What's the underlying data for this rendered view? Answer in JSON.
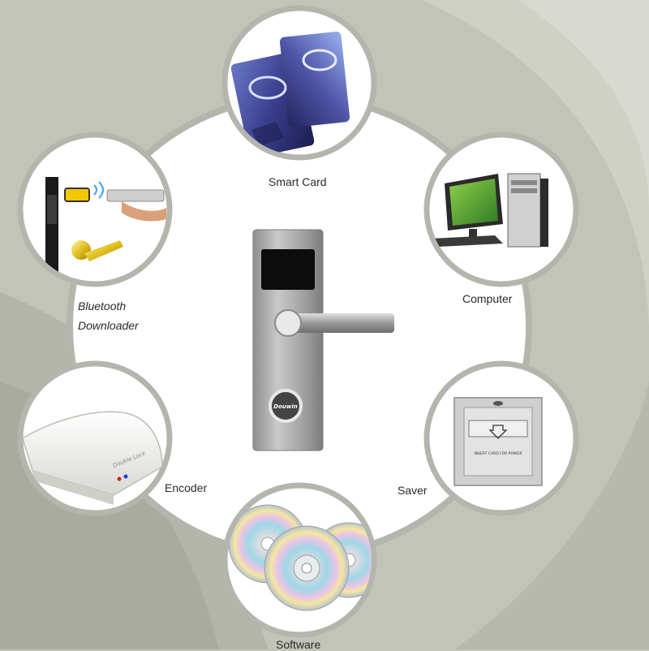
{
  "labels": {
    "smart_card": "Smart Card",
    "computer": "Computer",
    "bluetooth_line1": "Bluetooth",
    "bluetooth_line2": "Downloader",
    "encoder": "Encoder",
    "saver": "Saver",
    "software": "Software"
  },
  "lock": {
    "brand": "Douwin"
  },
  "encoder_device": {
    "brand": "Double Lock"
  },
  "saver_device": {
    "text": "INSERT CARD FOR POWER"
  },
  "colors": {
    "background": "#c3c4b8",
    "hub_circle": "#ffffff",
    "ring": "#b4b6ae",
    "steel": "#a9a9a9"
  }
}
